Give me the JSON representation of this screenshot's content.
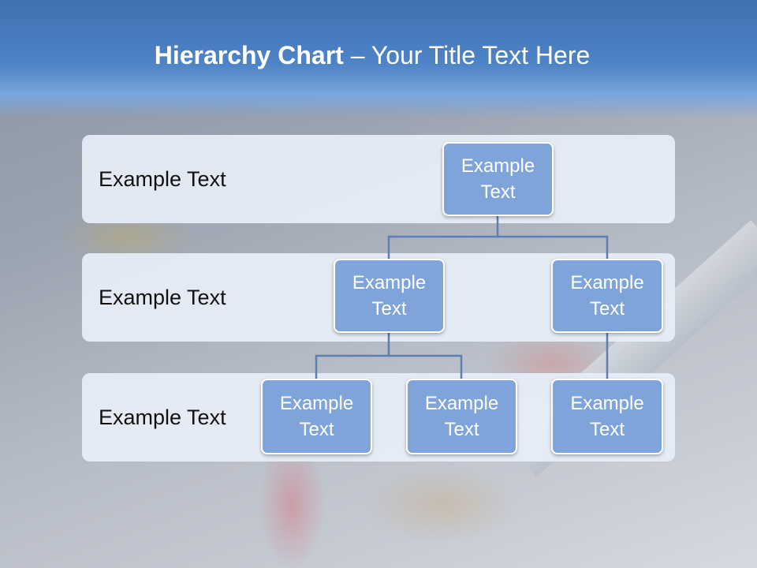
{
  "slide": {
    "title_bold": "Hierarchy Chart",
    "title_dash": " – ",
    "title_rest": "Your Title Text Here"
  },
  "rows": [
    {
      "label": "Example Text"
    },
    {
      "label": "Example Text"
    },
    {
      "label": "Example Text"
    }
  ],
  "nodes": {
    "root": "Example Text",
    "level2_left": "Example Text",
    "level2_right": "Example Text",
    "level3_a": "Example Text",
    "level3_b": "Example Text",
    "level3_c": "Example Text"
  },
  "colors": {
    "node_fill": "#7ea4da",
    "connector": "#5c7fb0",
    "title_bar": "#4f84c8"
  }
}
